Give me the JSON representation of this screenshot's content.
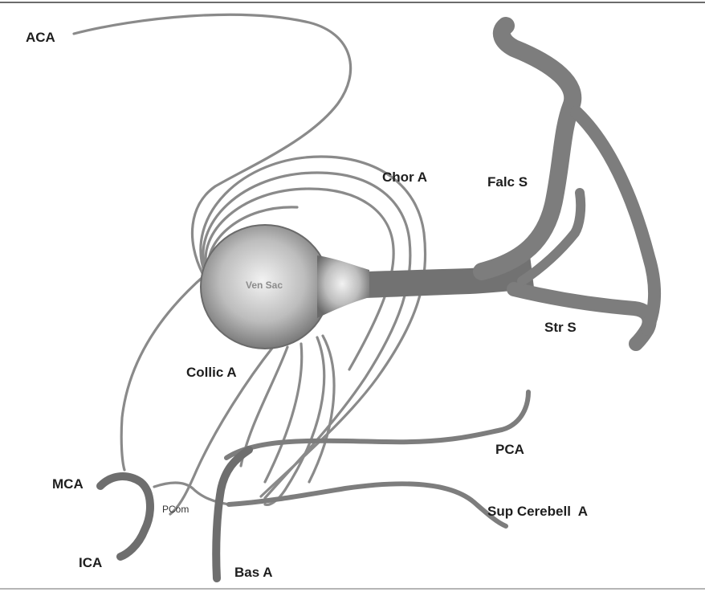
{
  "labels": {
    "aca": "ACA",
    "chor_a": "Chor A",
    "falc_s": "Falc S",
    "ven_sac": "Ven Sac",
    "str_s": "Str S",
    "collic_a": "Collic A",
    "pca": "PCA",
    "mca": "MCA",
    "pcom": "PCom",
    "sup_cerebell_a": "Sup Cerebell  A",
    "ica": "ICA",
    "bas_a": "Bas A"
  },
  "colors": {
    "vessel": "#7d7d7d",
    "sinus": "#6f6f6f",
    "label": "#1e1e1e",
    "background": "#ffffff"
  }
}
